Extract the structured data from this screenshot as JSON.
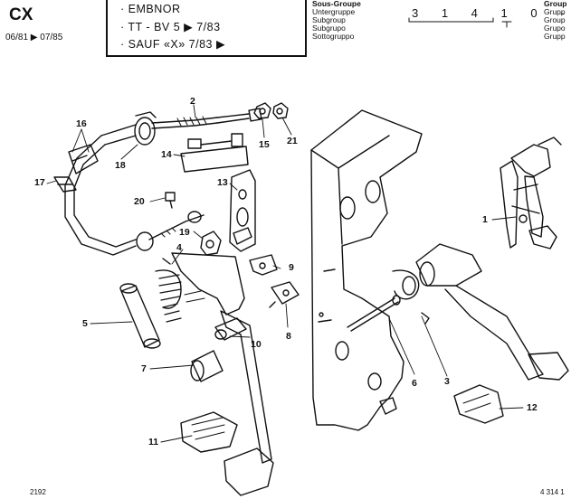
{
  "header": {
    "model": "CX",
    "period": "06/81 ▶ 07/85",
    "box_lines": [
      "· EMBNOR",
      "· TT - BV 5      ▶      7/83",
      "· SAUF «X»          7/83 ▶"
    ],
    "subgroup_labels": [
      "Sous-Groupe",
      "Untergruppe",
      "Subgroup",
      "Subgrupo",
      "Sottogruppo"
    ],
    "group_labels": [
      "Group",
      "Grupp",
      "Group",
      "Grupo",
      "Grupp"
    ],
    "subgroup_digits": "3 1 4 1 0 -"
  },
  "footer": {
    "left_code": "2192",
    "right_code": "4 314 1"
  },
  "callouts": {
    "c1": "1",
    "c2": "2",
    "c3": "3",
    "c4": "4",
    "c5": "5",
    "c6": "6",
    "c7": "7",
    "c8": "8",
    "c9": "9",
    "c10": "10",
    "c11": "11",
    "c12": "12",
    "c13": "13",
    "c14": "14",
    "c15": "15",
    "c16": "16",
    "c17": "17",
    "c18": "18",
    "c19": "19",
    "c20": "20",
    "c21": "21"
  }
}
